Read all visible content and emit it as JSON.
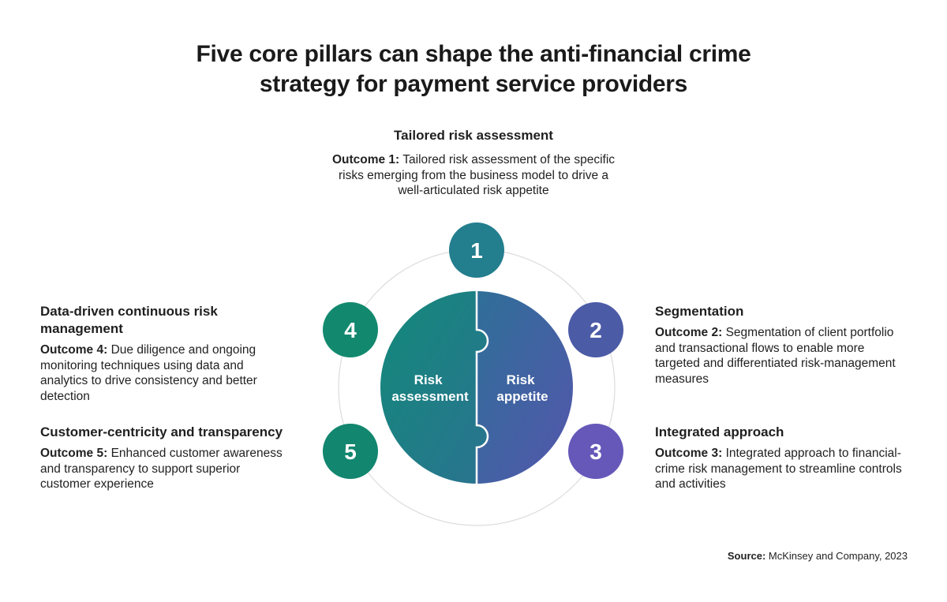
{
  "title": {
    "line1": "Five core pillars can shape the anti-financial crime",
    "line2": "strategy for payment service providers"
  },
  "center": {
    "left_label": [
      "Risk",
      "assessment"
    ],
    "right_label": [
      "Risk",
      "appetite"
    ]
  },
  "pillars": [
    {
      "number": "1",
      "heading": "Tailored risk assessment",
      "outcome_label": "Outcome 1:",
      "outcome_text": "Tailored risk assessment of the specific risks emerging from the business model to drive a well-articulated risk appetite",
      "color": "#237e8e"
    },
    {
      "number": "2",
      "heading": "Segmentation",
      "outcome_label": "Outcome 2:",
      "outcome_text": "Segmentation of client portfolio and transactional flows to enable more targeted and differentiated risk-management measures",
      "color": "#4b5ba6"
    },
    {
      "number": "3",
      "heading": "Integrated approach",
      "outcome_label": "Outcome 3:",
      "outcome_text": "Integrated approach to financial-crime risk management to streamline controls and activities",
      "color": "#6558b9"
    },
    {
      "number": "4",
      "heading": "Data-driven continuous risk management",
      "outcome_label": "Outcome 4:",
      "outcome_text": "Due diligence and ongoing monitoring techniques using data and analytics to drive consistency and better detection",
      "color": "#12896e"
    },
    {
      "number": "5",
      "heading": "Customer-centricity and transparency",
      "outcome_label": "Outcome 5:",
      "outcome_text": "Enhanced customer awareness and transparency to support superior customer experience",
      "color": "#12866f"
    }
  ],
  "source": {
    "label": "Source:",
    "text": "McKinsey and Company, 2023"
  },
  "colors": {
    "teal": "#14867a",
    "blue": "#4b5aa8",
    "ring": "#dcdcdc"
  }
}
